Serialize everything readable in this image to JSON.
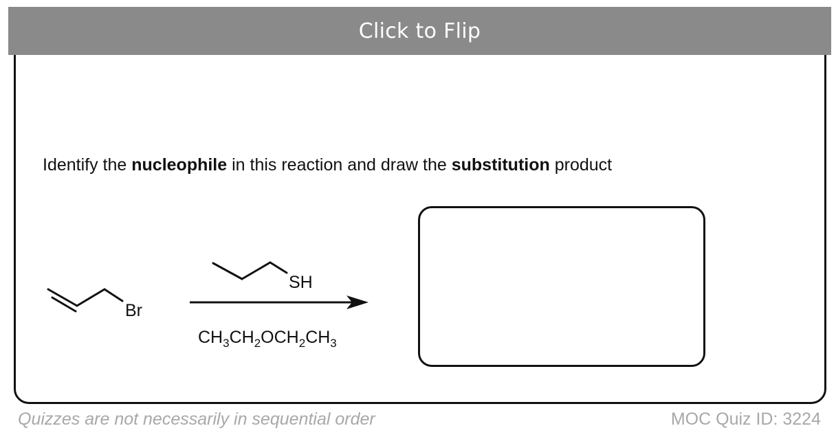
{
  "banner": {
    "label": "Click to Flip"
  },
  "question": {
    "part1": "Identify the ",
    "bold1": "nucleophile",
    "part2": " in this reaction and draw the ",
    "bold2": "substitution",
    "part3": " product"
  },
  "reaction": {
    "substrate_label": "Br",
    "reagent_label": "SH",
    "solvent": {
      "c1": "CH",
      "s1": "3",
      "c2": "CH",
      "s2": "2",
      "c3": "OCH",
      "s3": "2",
      "c4": "CH",
      "s4": "3"
    }
  },
  "footer": {
    "note": "Quizzes are not necessarily in sequential order",
    "quiz_id": "MOC Quiz ID: 3224"
  },
  "colors": {
    "banner_bg": "#8a8a8a",
    "ink": "#111111",
    "footer_text": "#a8a8a8"
  }
}
